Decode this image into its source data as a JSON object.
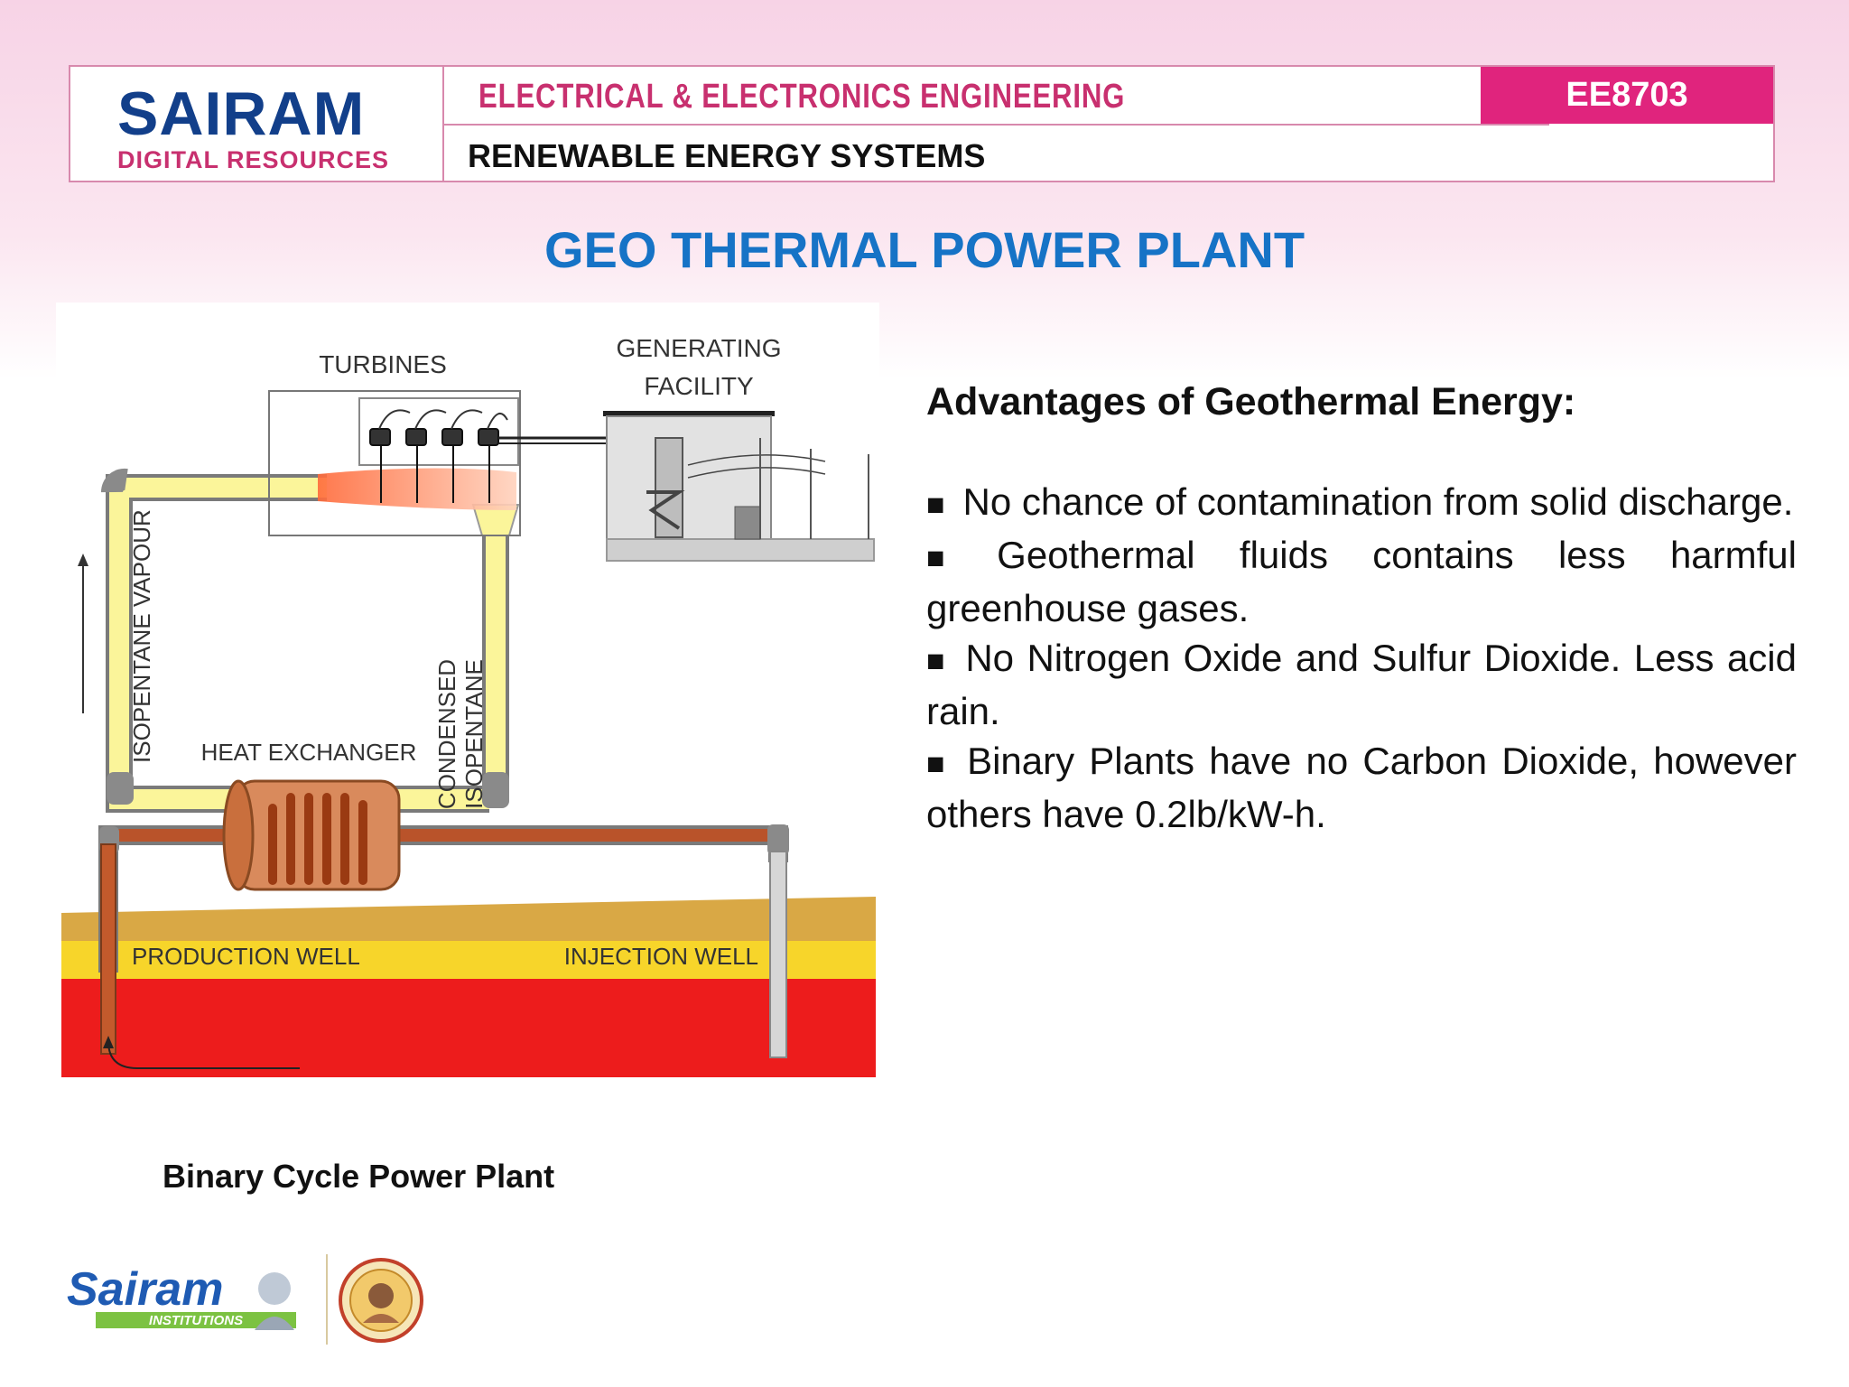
{
  "header": {
    "logo_main": "SAIRAM",
    "logo_sub": "DIGITAL RESOURCES",
    "department": "ELECTRICAL & ELECTRONICS ENGINEERING",
    "course_code": "EE8703",
    "subject": "RENEWABLE ENERGY SYSTEMS"
  },
  "slide_title": "GEO THERMAL POWER PLANT",
  "diagram": {
    "labels": {
      "turbines": "TURBINES",
      "generating_1": "GENERATING",
      "generating_2": "FACILITY",
      "isopentane_vapour": "ISOPENTANE VAPOUR",
      "condensed_1": "CONDENSED",
      "condensed_2": "ISOPENTANE",
      "heat_exchanger": "HEAT EXCHANGER",
      "production_well": "PRODUCTION WELL",
      "injection_well": "INJECTION WELL"
    },
    "caption": "Binary Cycle Power Plant"
  },
  "advantages": {
    "heading": "Advantages of Geothermal Energy:",
    "bullet_symbol": "■",
    "items": [
      "No chance of contamination from solid discharge.",
      "Geothermal fluids contains less harmful greenhouse gases.",
      "No Nitrogen Oxide and Sulfur Dioxide. Less acid rain.",
      "Binary Plants have no Carbon Dioxide, however others have 0.2lb/kW-h."
    ]
  },
  "footer": {
    "logo_text": "Sairam",
    "logo_sub": "INSTITUTIONS"
  },
  "colors": {
    "brand_blue": "#123f8a",
    "brand_pink": "#e0247d",
    "title_blue": "#1673c6"
  }
}
